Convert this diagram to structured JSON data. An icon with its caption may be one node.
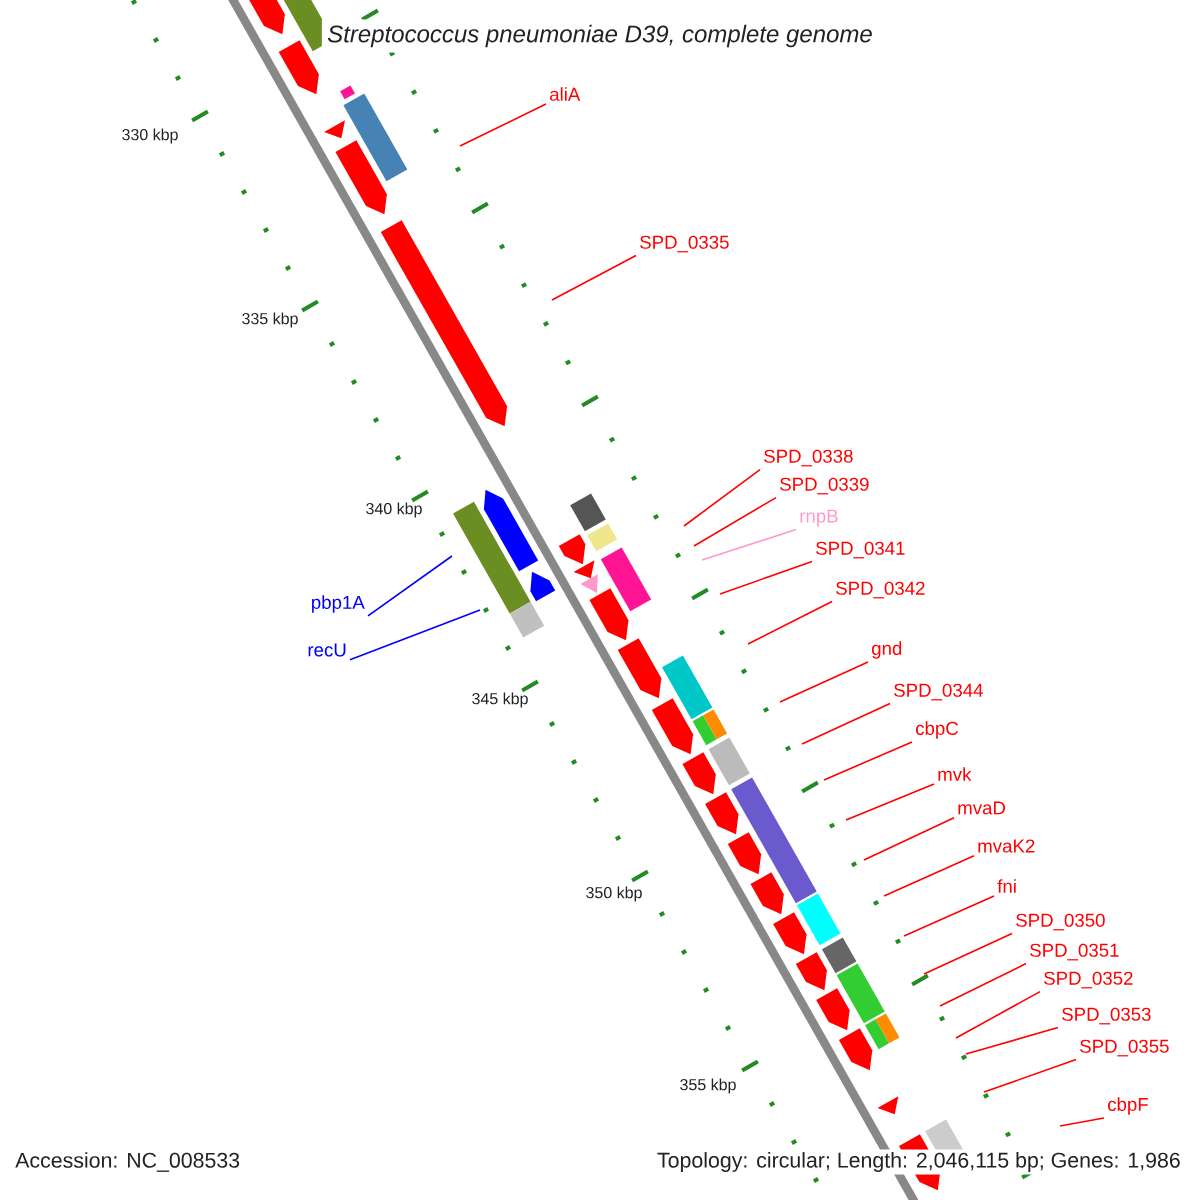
{
  "diagram": {
    "title": "Streptococcus pneumoniae D39, complete genome",
    "nodes": [
      {
        "text": [
          "aliA"
        ]
      },
      {
        "text": [
          "SPD_0335"
        ]
      },
      {
        "text": [
          "SPD_0338"
        ]
      },
      {
        "text": [
          "SPD_0339"
        ]
      },
      {
        "text": [
          "rnpB"
        ]
      },
      {
        "text": [
          "SPD_0341"
        ]
      },
      {
        "text": [
          "SPD_0342"
        ]
      },
      {
        "text": [
          "pbp1A"
        ]
      },
      {
        "text": [
          "recU"
        ]
      },
      {
        "text": [
          "gnd"
        ]
      },
      {
        "text": [
          "SPD_0344"
        ]
      },
      {
        "text": [
          "cbpC"
        ]
      },
      {
        "text": [
          "mvk"
        ]
      },
      {
        "text": [
          "mvaD"
        ]
      },
      {
        "text": [
          "mvaK2"
        ]
      },
      {
        "text": [
          "fni"
        ]
      },
      {
        "text": [
          "SPD_0350"
        ]
      },
      {
        "text": [
          "SPD_0351"
        ]
      },
      {
        "text": [
          "SPD_0352"
        ]
      },
      {
        "text": [
          "SPD_0353"
        ]
      },
      {
        "text": [
          "SPD_0355"
        ]
      },
      {
        "text": [
          "cbpF"
        ]
      }
    ],
    "edges": [
      {
        "from": 0,
        "to": null,
        "arrow": "none"
      },
      {
        "from": 1,
        "to": null,
        "arrow": "none"
      },
      {
        "from": 2,
        "to": null,
        "arrow": "none"
      },
      {
        "from": 3,
        "to": null,
        "arrow": "none"
      },
      {
        "from": 4,
        "to": null,
        "arrow": "none",
        "color": "#ff99cc"
      },
      {
        "from": 5,
        "to": null,
        "arrow": "none"
      },
      {
        "from": 6,
        "to": null,
        "arrow": "none"
      },
      {
        "from": 7,
        "to": null,
        "arrow": "none",
        "color": "#0000ff"
      },
      {
        "from": 8,
        "to": null,
        "arrow": "none",
        "color": "#0000ff"
      },
      {
        "from": 9,
        "to": null,
        "arrow": "none"
      },
      {
        "from": 10,
        "to": null,
        "arrow": "none"
      },
      {
        "from": 11,
        "to": null,
        "arrow": "none"
      },
      {
        "from": 12,
        "to": null,
        "arrow": "none"
      },
      {
        "from": 13,
        "to": null,
        "arrow": "none"
      },
      {
        "from": 14,
        "to": null,
        "arrow": "none"
      },
      {
        "from": 15,
        "to": null,
        "arrow": "none"
      },
      {
        "from": 16,
        "to": null,
        "arrow": "none"
      },
      {
        "from": 17,
        "to": null,
        "arrow": "none"
      },
      {
        "from": 18,
        "to": null,
        "arrow": "none"
      },
      {
        "from": 19,
        "to": null,
        "arrow": "none"
      },
      {
        "from": 20,
        "to": null,
        "arrow": "none"
      },
      {
        "from": 21,
        "to": null,
        "arrow": "none"
      }
    ],
    "labels": [
      "330 kbp",
      "335 kbp",
      "340 kbp",
      "345 kbp",
      "350 kbp",
      "355 kbp",
      "Accession: NC_008533",
      "Topology: circular; Length: 2,046,115 bp; Genes: 1,986"
    ]
  }
}
